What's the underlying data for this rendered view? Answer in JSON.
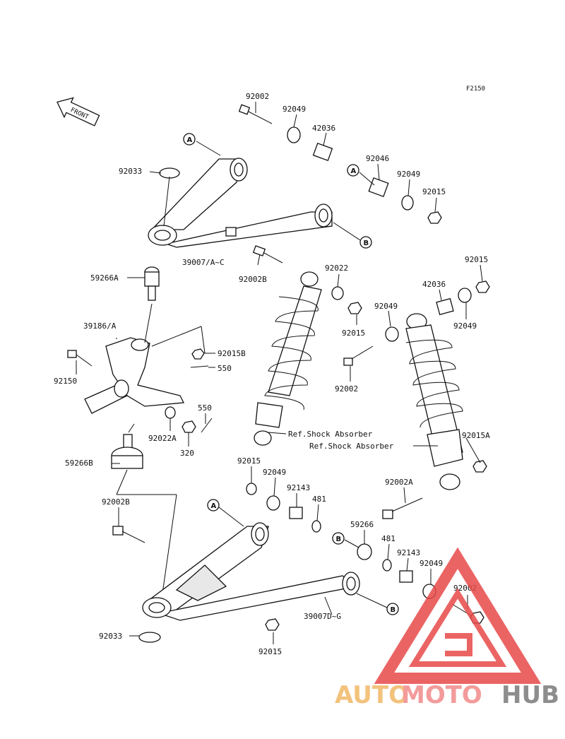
{
  "figure_code": "F2150",
  "front_label": "FRONT",
  "callouts": {
    "a": "A",
    "b": "B"
  },
  "part_labels": {
    "p92002_top": "92002",
    "p92049_top": "92049",
    "p42036_top": "42036",
    "p92046": "92046",
    "p92049_b": "92049",
    "p92015_top": "92015",
    "p92033_top": "92033",
    "p39007": "39007/A~C",
    "p59266A": "59266A",
    "p92002B_mid": "92002B",
    "p92022": "92022",
    "p92015_r": "92015",
    "p42036_r": "42036",
    "p92049_c": "92049",
    "p92049_d": "92049",
    "p92015_mid": "92015",
    "p39186": "39186/A",
    "p92015B": "92015B",
    "p550_a": "550",
    "p92150": "92150",
    "p92002_mid": "92002",
    "p550_b": "550",
    "p92022A": "92022A",
    "p320": "320",
    "p59266B": "59266B",
    "p92015A": "92015A",
    "p92015_low": "92015",
    "p92049_low": "92049",
    "p92143_a": "92143",
    "p481_a": "481",
    "p92002A": "92002A",
    "p92002B_low": "92002B",
    "p59266": "59266",
    "p481_b": "481",
    "p92143_b": "92143",
    "p92049_e": "92049",
    "p92002_low": "92002",
    "p39007DG": "39007D~G",
    "p92033_low": "92033",
    "p92015_bot": "92015"
  },
  "ref_labels": {
    "shock_left": "Ref.Shock Absorber",
    "shock_right": "Ref.Shock Absorber"
  },
  "watermark": {
    "part1": "AUTO",
    "part2": "MOTO",
    "part3": "HUB",
    "colors": {
      "auto": "#f2b866",
      "moto": "#f28a8a",
      "hub": "#7a7a7a",
      "triangle": "#e84a4a"
    }
  }
}
